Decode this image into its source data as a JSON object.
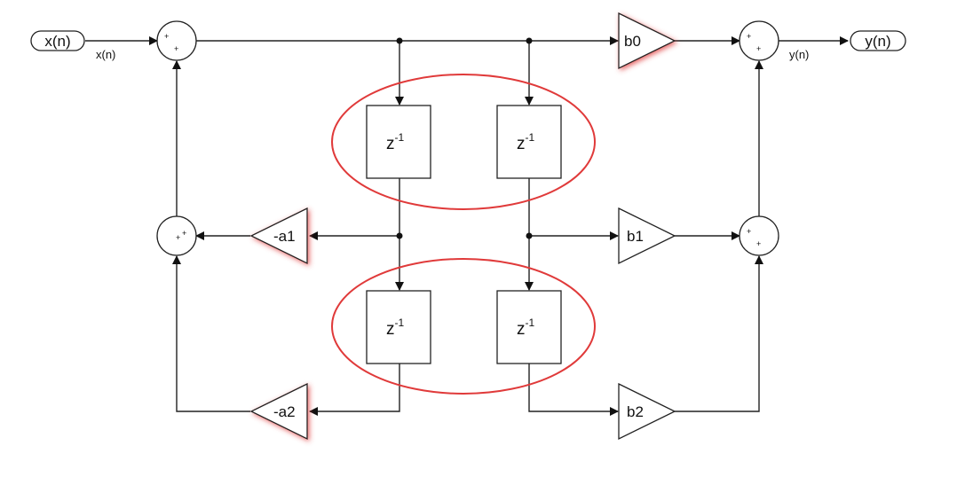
{
  "ports": {
    "input": "x(n)",
    "output": "y(n)"
  },
  "signals": {
    "input_line": "x(n)",
    "output_line": "y(n)"
  },
  "delays": {
    "top_left": {
      "base": "z",
      "exp": "-1"
    },
    "top_right": {
      "base": "z",
      "exp": "-1"
    },
    "bottom_left": {
      "base": "z",
      "exp": "-1"
    },
    "bottom_right": {
      "base": "z",
      "exp": "-1"
    }
  },
  "gains": {
    "b0": "b0",
    "b1": "b1",
    "b2": "b2",
    "a1": "-a1",
    "a2": "-a2"
  },
  "sum_signs": {
    "plus": "+"
  },
  "colors": {
    "highlight": "#e03a3a",
    "line": "#222222"
  }
}
